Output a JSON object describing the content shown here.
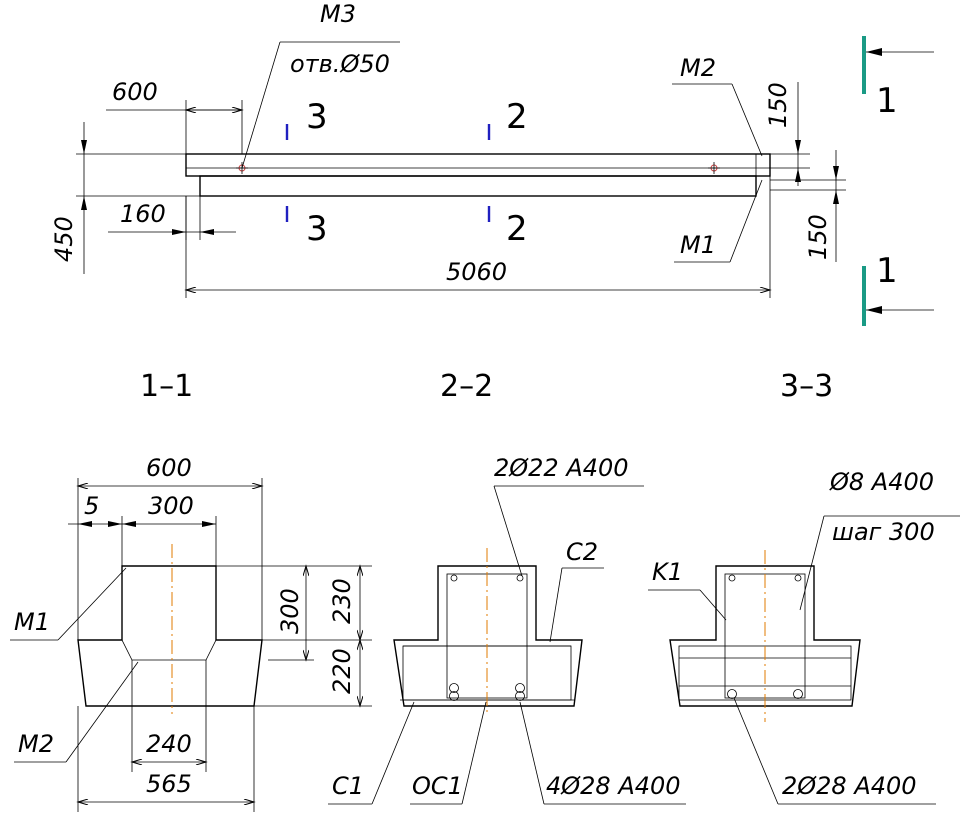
{
  "plan": {
    "m3_label": "M3",
    "hole_label": "отв.Ø50",
    "m2_label": "M2",
    "m1_label": "M1",
    "dim_600": "600",
    "dim_160": "160",
    "dim_450": "450",
    "dim_5060": "5060",
    "dim_150_top": "150",
    "dim_150_bottom": "150",
    "mark_3_top": "3",
    "mark_3_bottom": "3",
    "mark_2_top": "2",
    "mark_2_bottom": "2",
    "mark_1_top": "1",
    "mark_1_bottom": "1"
  },
  "sections": {
    "title_1": "1–1",
    "title_2": "2–2",
    "title_3": "3–3"
  },
  "section1": {
    "dim_600": "600",
    "dim_5": "5",
    "dim_300": "300",
    "dim_300_v": "300",
    "dim_230": "230",
    "dim_220": "220",
    "dim_240": "240",
    "dim_565": "565",
    "m1_label": "M1",
    "m2_label": "M2"
  },
  "section2": {
    "top_bars": "2Ø22 A400",
    "c2_label": "C2",
    "c1_label": "C1",
    "oc1_label": "OC1",
    "bottom_bars": "4Ø28 A400"
  },
  "section3": {
    "stirrup": "Ø8 A400",
    "step": "шаг 300",
    "k1_label": "K1",
    "bottom_bars": "2Ø28 A400"
  },
  "colors": {
    "cut_marker": "#1a9a85",
    "section_marker": "#2020c0",
    "axis_line": "#e07b00"
  }
}
